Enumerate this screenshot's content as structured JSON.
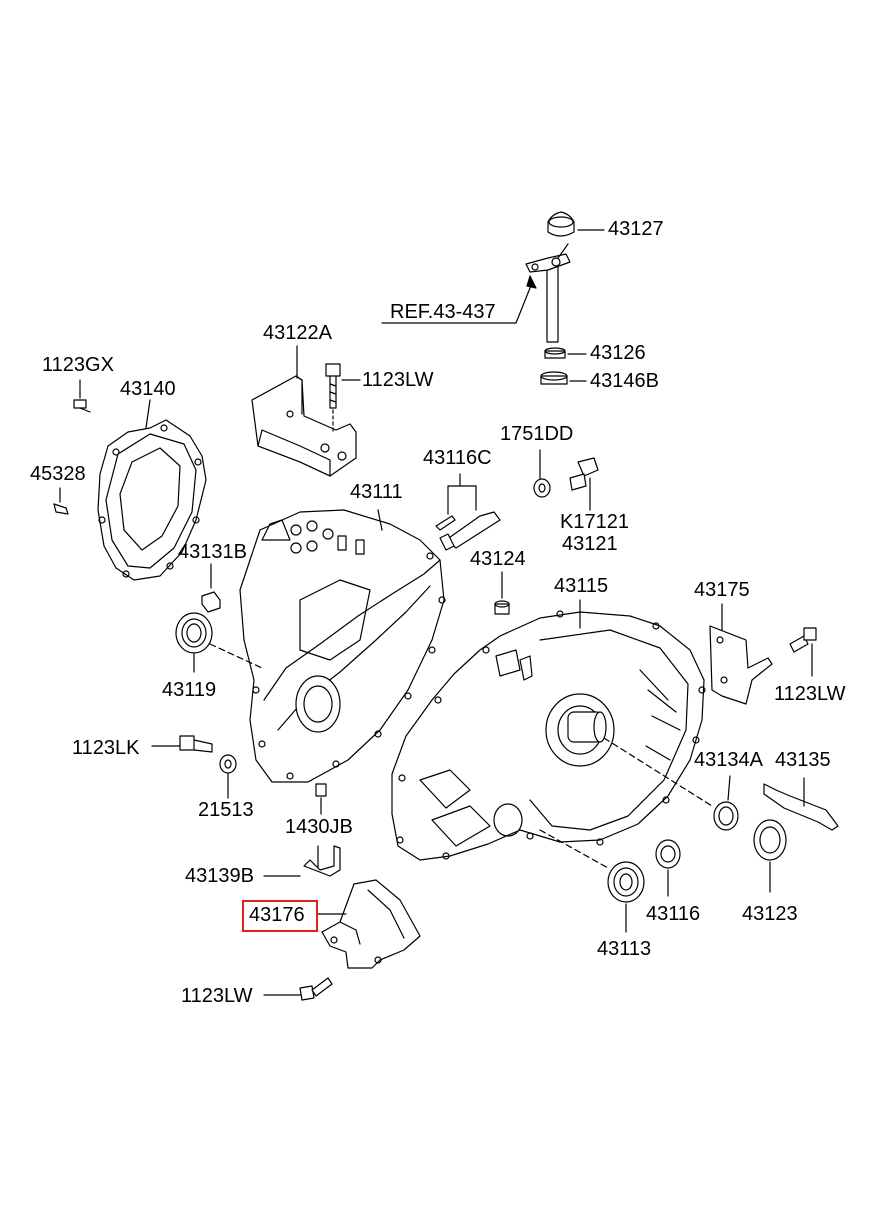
{
  "diagram": {
    "highlight_color": "#e31e24",
    "labels": {
      "p43127": "43127",
      "ref": "REF.43-437",
      "p43126": "43126",
      "p43146b": "43146B",
      "p43122a": "43122A",
      "p1123lw_top": "1123LW",
      "p1123gx": "1123GX",
      "p43140": "43140",
      "p45328": "45328",
      "p1751dd": "1751DD",
      "p43116c": "43116C",
      "p43111": "43111",
      "pk17121": "K17121",
      "p43121": "43121",
      "p43131b": "43131B",
      "p43124": "43124",
      "p43115": "43115",
      "p43175": "43175",
      "p43119": "43119",
      "p1123lw_right": "1123LW",
      "p1123lk": "1123LK",
      "p43134a": "43134A",
      "p43135": "43135",
      "p21513": "21513",
      "p1430jb": "1430JB",
      "p43139b": "43139B",
      "p43116": "43116",
      "p43123": "43123",
      "p43176": "43176",
      "p43113": "43113",
      "p1123lw_bottom": "1123LW"
    }
  }
}
